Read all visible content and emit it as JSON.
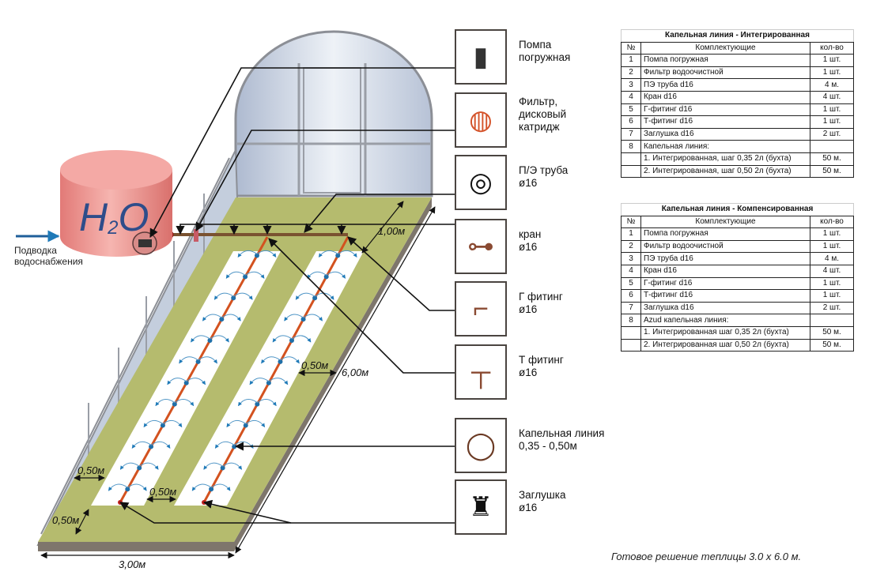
{
  "tank": {
    "formula_main": "H",
    "formula_sub": "2",
    "formula_end": "O",
    "inflow_label": "Подводка\nводоснабжения"
  },
  "dimensions": {
    "path_width_top": "1,00м",
    "bed_gap_right": "0,50м",
    "length": "6,00м",
    "side_gap_left": "0,50м",
    "bed_gap_middle": "0,50м",
    "end_gap": "0,50м",
    "width": "3,00м"
  },
  "products": [
    {
      "name": "Помпа\nпогружная",
      "icon": "pump-icon"
    },
    {
      "name": "Фильтр,\nдисковый\nкатридж",
      "icon": "disc-filter-icon"
    },
    {
      "name": "П/Э труба\nø16",
      "icon": "pe-pipe-coil-icon"
    },
    {
      "name": "кран\nø16",
      "icon": "valve-icon"
    },
    {
      "name": "Г фитинг\nø16",
      "icon": "elbow-fitting-icon"
    },
    {
      "name": "Т фитинг\nø16",
      "icon": "tee-fitting-icon"
    },
    {
      "name": "Капельная линия\n0,35 - 0,50м",
      "icon": "drip-line-coil-icon"
    },
    {
      "name": "Заглушка\nø16",
      "icon": "end-plug-icon"
    }
  ],
  "tables": [
    {
      "title": "Капельная линия - Интегрированная",
      "headers": [
        "№",
        "Комплектующие",
        "кол-во"
      ],
      "rows": [
        [
          "1",
          "Помпа погружная",
          "1 шт."
        ],
        [
          "2",
          "Фильтр водоочистной",
          "1 шт."
        ],
        [
          "3",
          "ПЭ труба d16",
          "4 м."
        ],
        [
          "4",
          "Кран d16",
          "4 шт."
        ],
        [
          "5",
          "Г-фитинг d16",
          "1 шт."
        ],
        [
          "6",
          "Т-фитинг d16",
          "1 шт."
        ],
        [
          "7",
          "Заглушка d16",
          "2 шт."
        ],
        [
          "8",
          "Капельная линия:",
          ""
        ],
        [
          "",
          "1.  Интегрированная, шаг 0,35 2л (бухта)",
          "50 м."
        ],
        [
          "",
          "2.  Интегрированная, шаг 0,50 2л (бухта)",
          "50 м."
        ]
      ]
    },
    {
      "title": "Капельная линия - Компенсированная",
      "headers": [
        "№",
        "Комплектующие",
        "кол-во"
      ],
      "rows": [
        [
          "1",
          "Помпа погружная",
          "1 шт."
        ],
        [
          "2",
          "Фильтр водоочистной",
          "1 шт."
        ],
        [
          "3",
          "ПЭ труба d16",
          "4 м."
        ],
        [
          "4",
          "Кран d16",
          "4 шт."
        ],
        [
          "5",
          "Г-фитинг d16",
          "1 шт."
        ],
        [
          "6",
          "Т-фитинг d16",
          "1 шт."
        ],
        [
          "7",
          "Заглушка d16",
          "2 шт."
        ],
        [
          "8",
          "Azud капельная линия:",
          ""
        ],
        [
          "",
          "1.  Интегрированная шаг 0,35 2л (бухта)",
          "50 м."
        ],
        [
          "",
          "2.  Интегрированная шаг 0,50 2л (бухта)",
          "50 м."
        ]
      ]
    }
  ],
  "caption": "Готовое решение теплицы 3.0 х 6.0 м.",
  "colors": {
    "floor": "#b5bb6e",
    "bed": "#ffffff",
    "drip": "#d3521f",
    "emitter": "#1f6fa8",
    "tank": "#e88a86",
    "glass": "#c9d3e2",
    "pipe": "#7a5230"
  }
}
